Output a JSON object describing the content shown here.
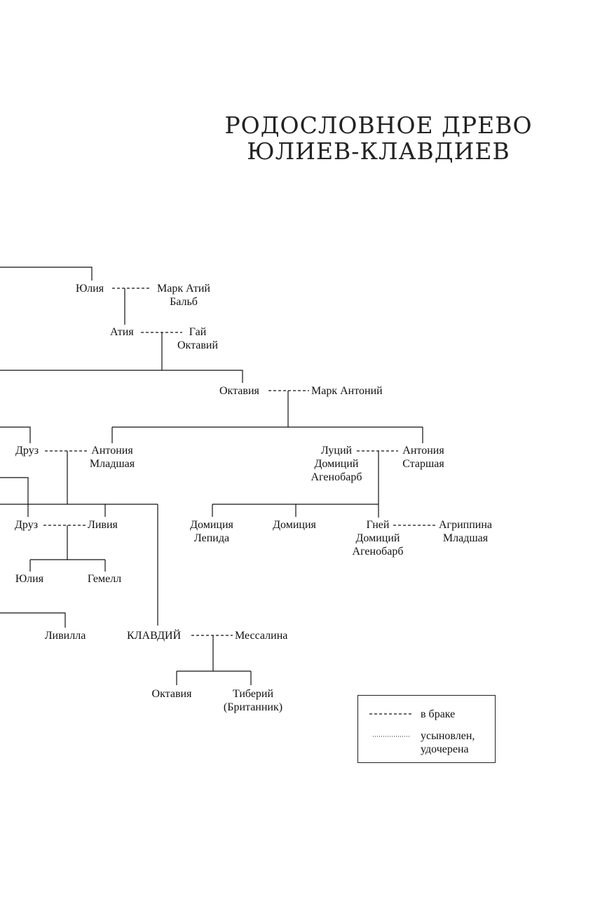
{
  "title": {
    "line1": "РОДОСЛОВНОЕ ДРЕВО",
    "line2": "ЮЛИЕВ-КЛАВДИЕВ"
  },
  "people": {
    "yulia_1": "Юлия",
    "mark_atiy_1": "Марк Атий",
    "mark_atiy_2": "Бальб",
    "atiya": "Атия",
    "gay_oktaviy_1": "Гай",
    "gay_oktaviy_2": "Октавий",
    "oktaviya_1": "Октавия",
    "mark_antoniy": "Марк Антоний",
    "druz_1": "Друз",
    "antonia_ml_1": "Антония",
    "antonia_ml_2": "Младшая",
    "luciy_1": "Луций",
    "luciy_2": "Домиций",
    "luciy_3": "Агенобарб",
    "antonia_st_1": "Антония",
    "antonia_st_2": "Старшая",
    "druz_2": "Друз",
    "liviya": "Ливия",
    "domiciya_lepida_1": "Домиция",
    "domiciya_lepida_2": "Лепида",
    "domiciya": "Домиция",
    "gney_1": "Гней",
    "gney_2": "Домиций",
    "gney_3": "Агенобарб",
    "agrippina_1": "Агриппина",
    "agrippina_2": "Младшая",
    "yulia_2": "Юлия",
    "gemell": "Гемелл",
    "livilla": "Ливилла",
    "klavdiy": "КЛАВДИЙ",
    "messalina": "Мессалина",
    "oktaviya_2": "Октавия",
    "tiberiy_1": "Тиберий",
    "tiberiy_2": "(Британник)"
  },
  "legend": {
    "married": "в браке",
    "adopted_1": "усыновлен,",
    "adopted_2": "удочерена"
  }
}
